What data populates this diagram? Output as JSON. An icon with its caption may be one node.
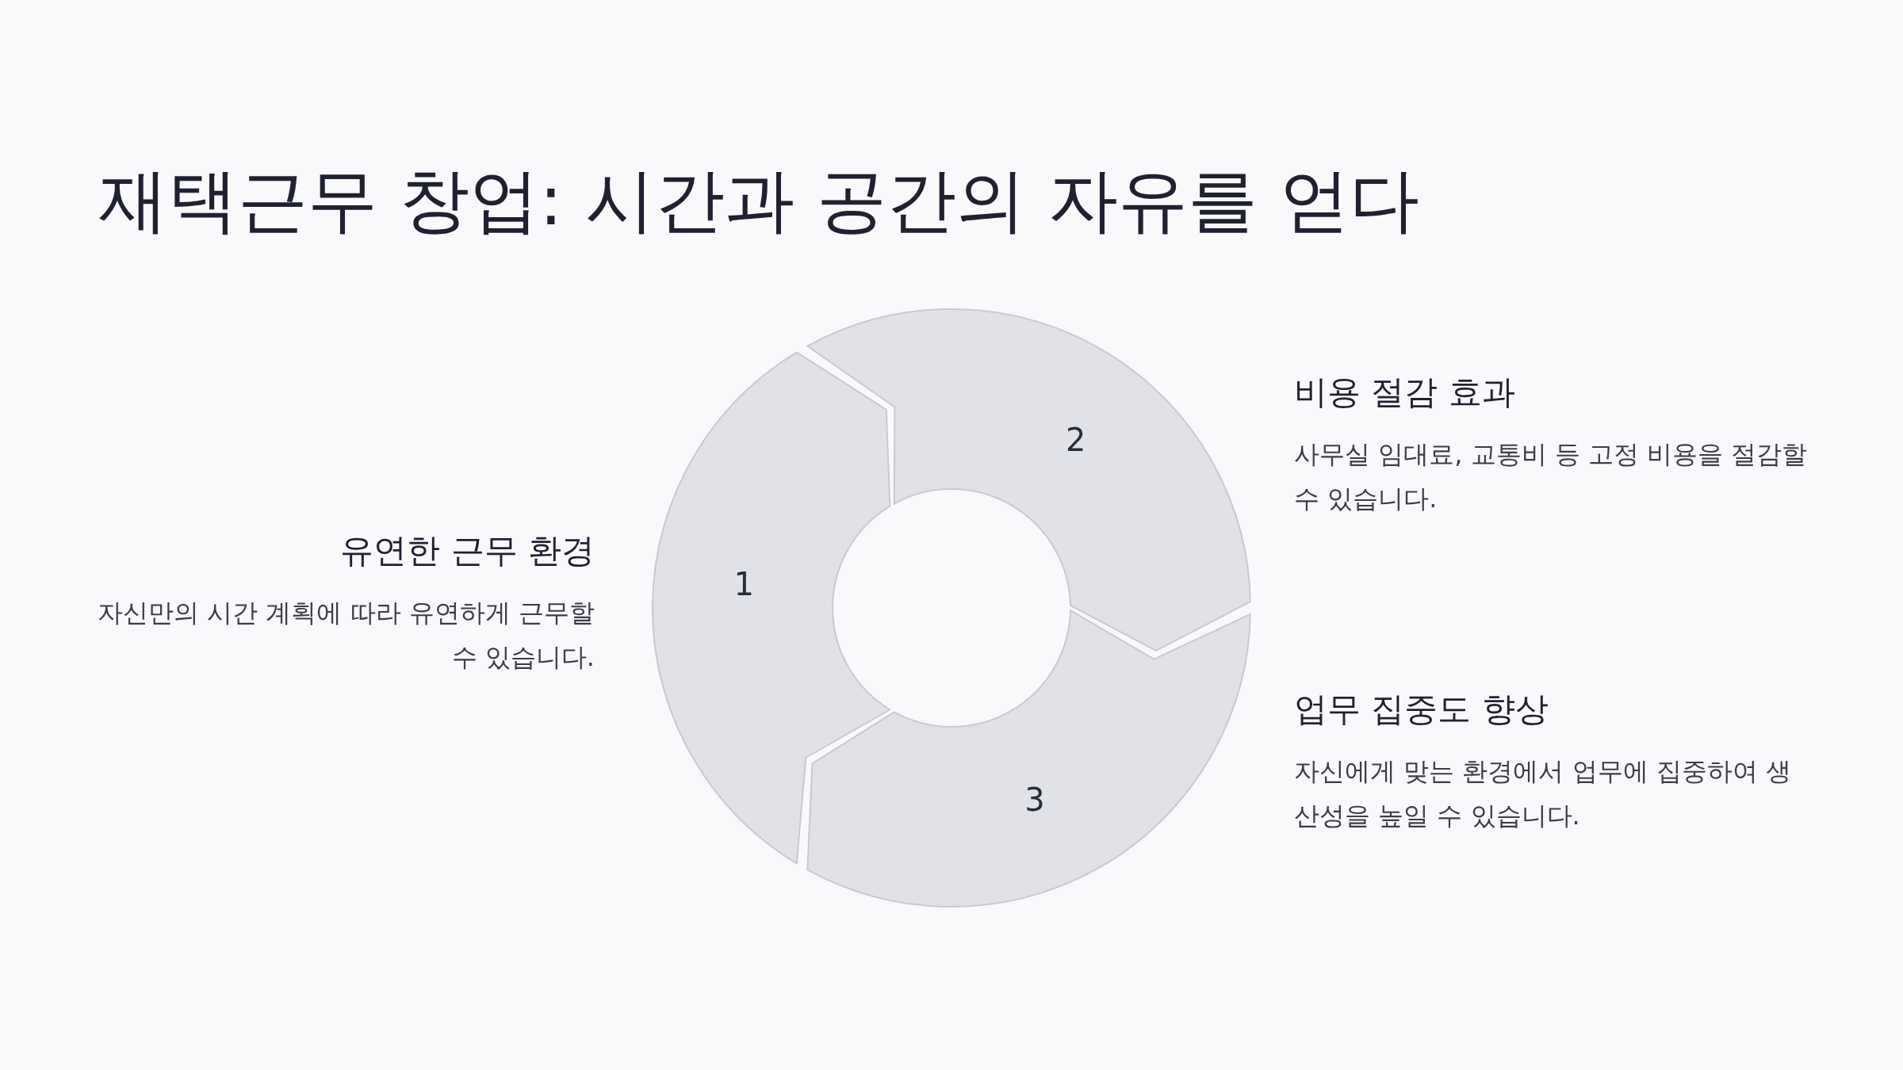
{
  "diagram": {
    "title": "재택근무 창업: 시간과 공간의 자유를 얻다",
    "nodes": [
      {
        "text": [
          "1"
        ],
        "beside": [
          "유연한 근무 환경",
          "자신만의 시간 계획에 따라 유연하게 근무할 수 있습니다."
        ]
      },
      {
        "text": [
          "2"
        ],
        "beside": [
          "비용 절감 효과",
          "사무실 임대료, 교통비 등 고정 비용을 절감할 수 있습니다."
        ]
      },
      {
        "text": [
          "3"
        ],
        "beside": [
          "업무 집중도 향상",
          "자신에게 맞는 환경에서 업무에 집중하여 생산성을 높일 수 있습니다."
        ]
      }
    ]
  }
}
